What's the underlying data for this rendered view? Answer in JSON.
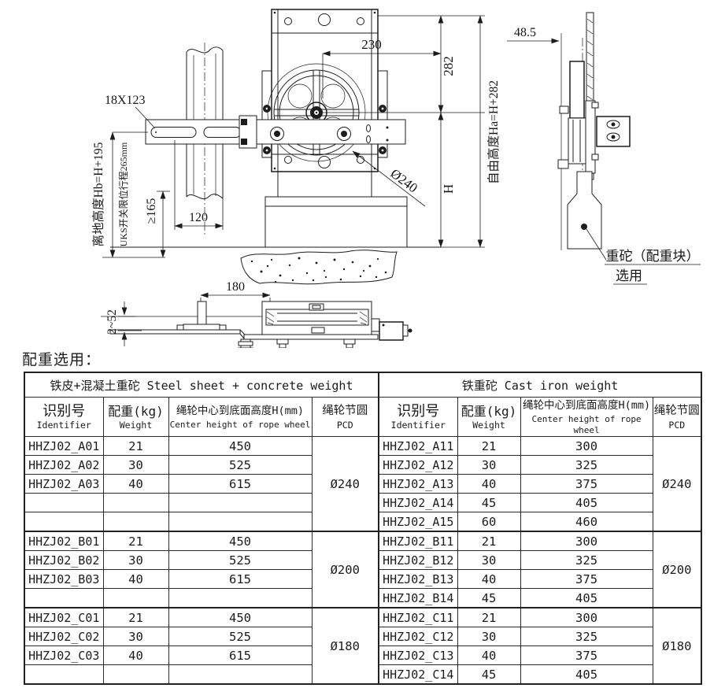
{
  "page": {
    "title": "配重选用："
  },
  "drawing": {
    "front": {
      "slot_label": "18X123",
      "dim_width_230": "230",
      "dim_height_282": "282",
      "dim_h": "H",
      "free_height_label": "自由高度Ha=H+282",
      "wheel_dia_label": "Ø240",
      "dim_slot_pitch_120": "120",
      "ground_height_label": "离地高度Hb=H+195",
      "uks_travel_label": "UKS开关限位行程265mm",
      "min_clearance_label": "≥165"
    },
    "side": {
      "dim_offset": "48.5",
      "weight_note_line1": "重砣（配重块）",
      "weight_note_line2": "选用"
    },
    "bottom": {
      "dim_length_180": "180",
      "dim_gap_2_52": "2~52"
    }
  },
  "table": {
    "groups": [
      {
        "title": "铁皮+混凝土重砣  Steel sheet + concrete weight"
      },
      {
        "title": "铁重砣  Cast iron weight"
      }
    ],
    "columns": [
      {
        "zh": "识别号",
        "en": "Identifier"
      },
      {
        "zh": "配重(kg)",
        "en": "Weight"
      },
      {
        "zh": "绳轮中心到底面高度H(mm)",
        "en": "Center height of rope wheel"
      },
      {
        "zh": "绳轮节圆",
        "en": "PCD"
      }
    ],
    "left": {
      "sections": [
        {
          "pcd": "Ø240",
          "rows": [
            [
              "HHZJ02_A01",
              "21",
              "450"
            ],
            [
              "HHZJ02_A02",
              "30",
              "525"
            ],
            [
              "HHZJ02_A03",
              "40",
              "615"
            ],
            [
              "",
              "",
              ""
            ],
            [
              "",
              "",
              ""
            ]
          ]
        },
        {
          "pcd": "Ø200",
          "rows": [
            [
              "HHZJ02_B01",
              "21",
              "450"
            ],
            [
              "HHZJ02_B02",
              "30",
              "525"
            ],
            [
              "HHZJ02_B03",
              "40",
              "615"
            ],
            [
              "",
              "",
              ""
            ]
          ]
        },
        {
          "pcd": "Ø180",
          "rows": [
            [
              "HHZJ02_C01",
              "21",
              "450"
            ],
            [
              "HHZJ02_C02",
              "30",
              "525"
            ],
            [
              "HHZJ02_C03",
              "40",
              "615"
            ],
            [
              "",
              "",
              ""
            ]
          ]
        }
      ]
    },
    "right": {
      "sections": [
        {
          "pcd": "Ø240",
          "rows": [
            [
              "HHZJ02_A11",
              "21",
              "300"
            ],
            [
              "HHZJ02_A12",
              "30",
              "325"
            ],
            [
              "HHZJ02_A13",
              "40",
              "375"
            ],
            [
              "HHZJ02_A14",
              "45",
              "405"
            ],
            [
              "HHZJ02_A15",
              "60",
              "460"
            ]
          ]
        },
        {
          "pcd": "Ø200",
          "rows": [
            [
              "HHZJ02_B11",
              "21",
              "300"
            ],
            [
              "HHZJ02_B12",
              "30",
              "325"
            ],
            [
              "HHZJ02_B13",
              "40",
              "375"
            ],
            [
              "HHZJ02_B14",
              "45",
              "405"
            ]
          ]
        },
        {
          "pcd": "Ø180",
          "rows": [
            [
              "HHZJ02_C11",
              "21",
              "300"
            ],
            [
              "HHZJ02_C12",
              "30",
              "325"
            ],
            [
              "HHZJ02_C13",
              "40",
              "375"
            ],
            [
              "HHZJ02_C14",
              "45",
              "405"
            ]
          ]
        }
      ]
    }
  }
}
